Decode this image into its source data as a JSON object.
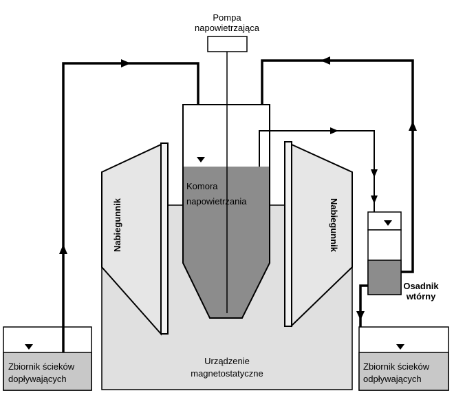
{
  "labels": {
    "pump_line1": "Pompa",
    "pump_line2": "napowietrzająca",
    "chamber_line1": "Komora",
    "chamber_line2": "napowietrzania",
    "magnet_left": "Nabiegunnik",
    "magnet_right": "Nabiegunnik",
    "device_line1": "Urządzenie",
    "device_line2": "magnetostatyczne",
    "inflow_line1": "Zbiornik ścieków",
    "inflow_line2": "dopływających",
    "settler_line1": "Osadnik",
    "settler_line2": "wtórny",
    "outflow_line1": "Zbiornik ścieków",
    "outflow_line2": "odpływających"
  },
  "colors": {
    "liquid": "#8c8c8c",
    "device": "#e0e0e0",
    "tank_bottom": "#c8c8c8",
    "line": "#000000"
  }
}
